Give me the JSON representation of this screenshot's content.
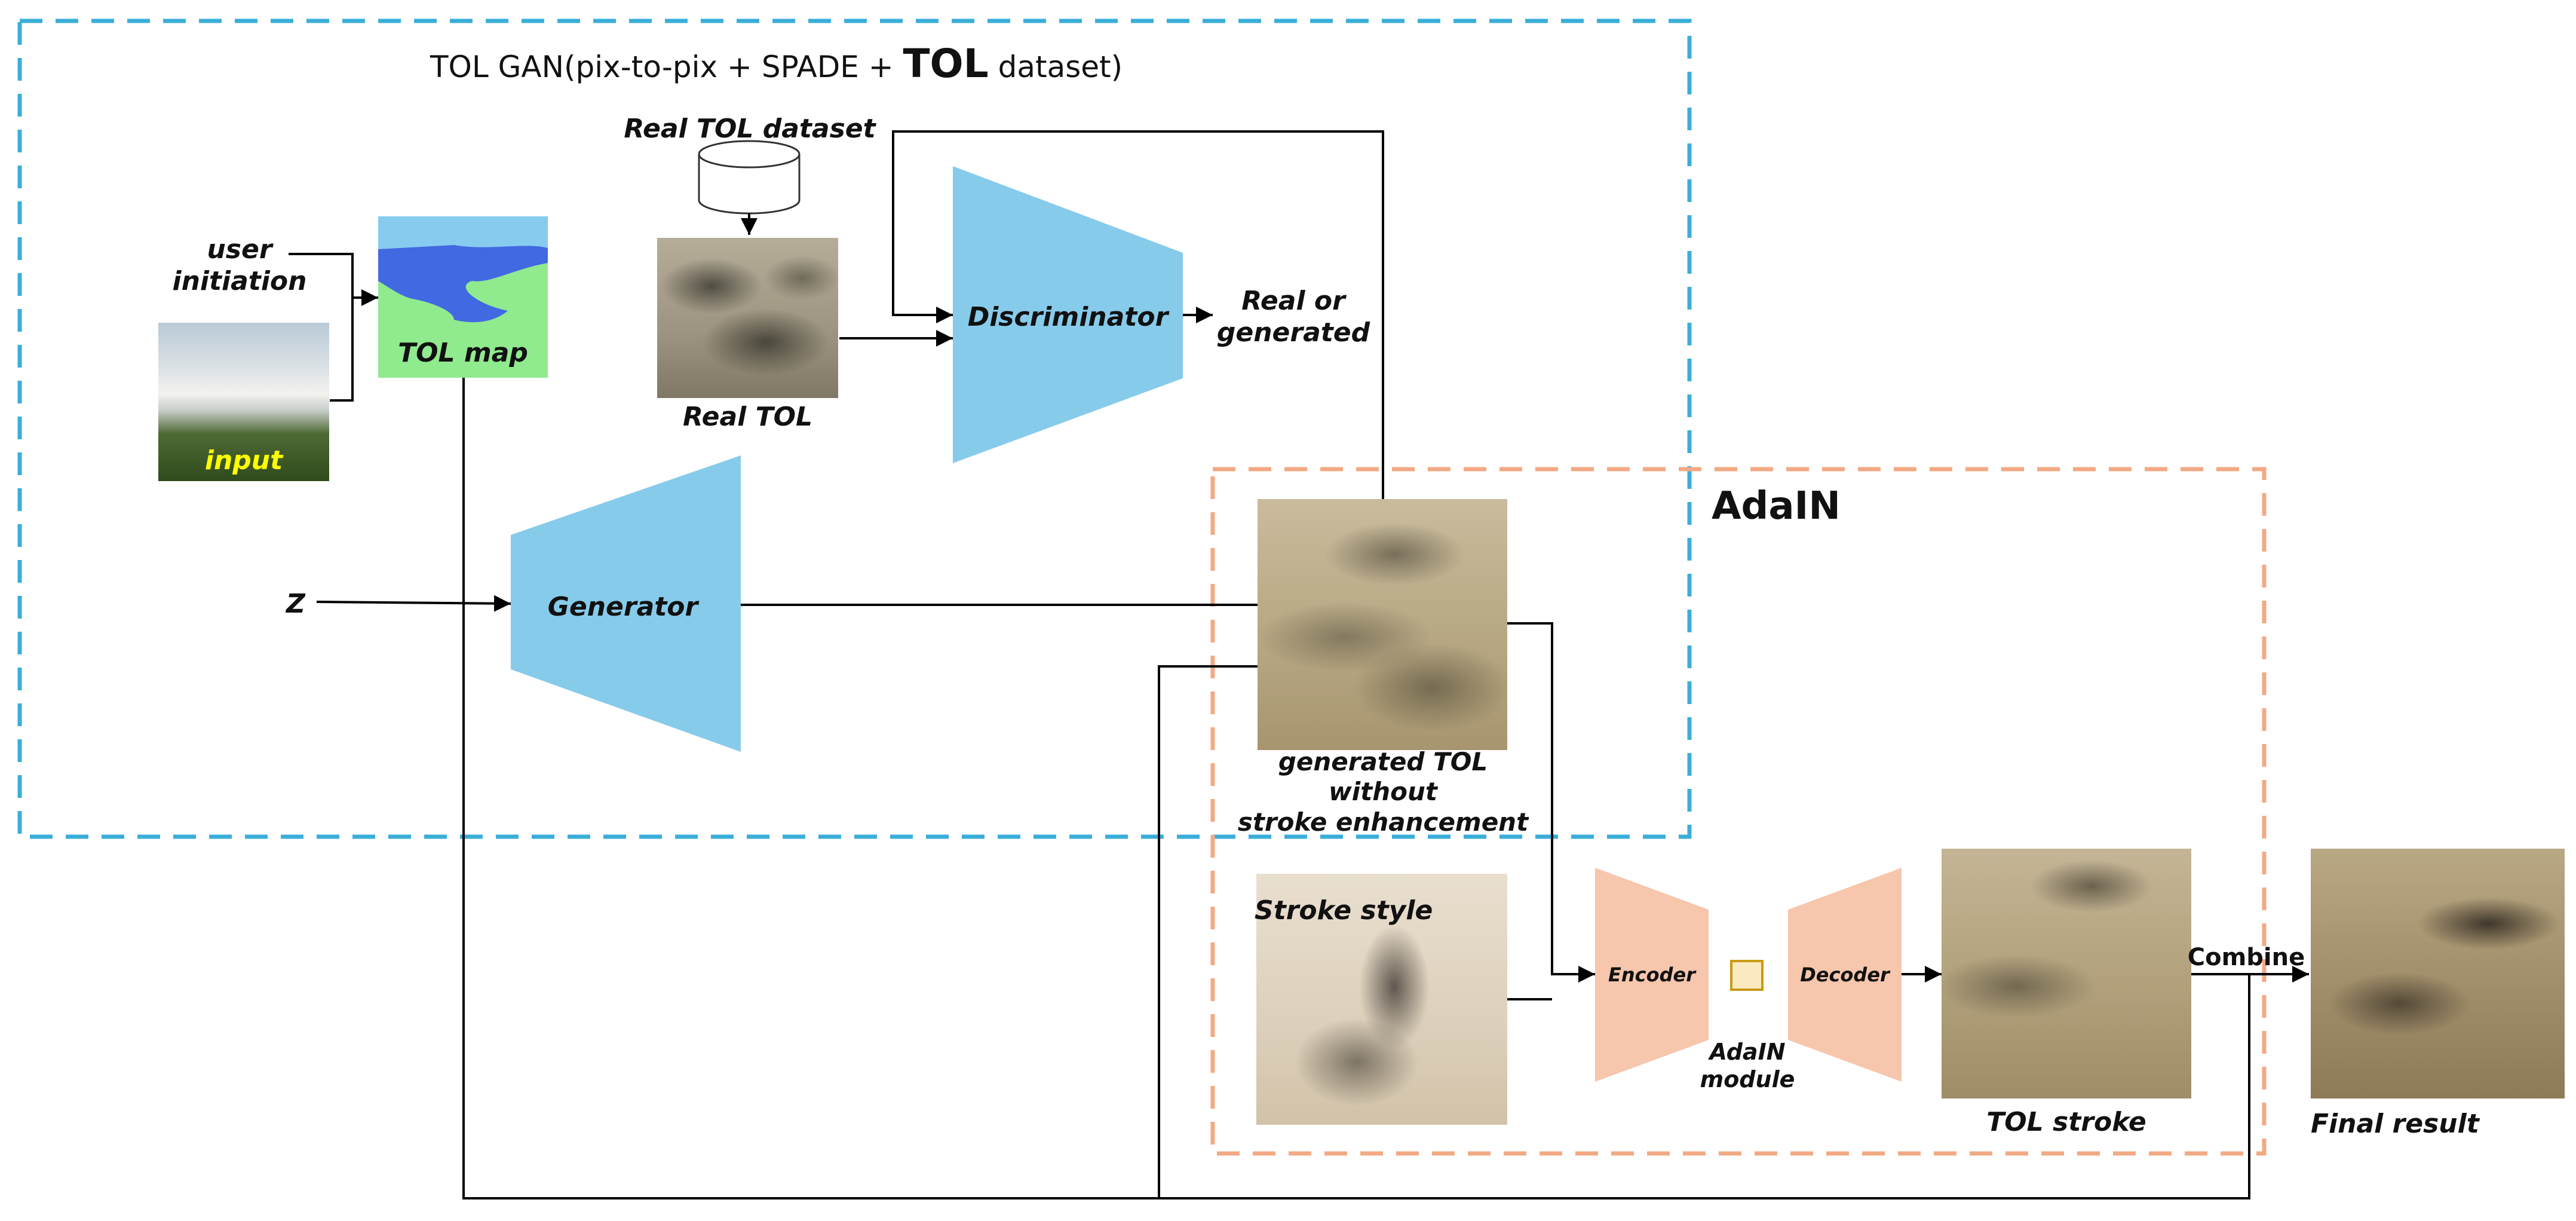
{
  "colors": {
    "gan_box": "#3aaed8",
    "adain_box": "#f2aa84",
    "trapezoid_blue": "#87cbeb",
    "trapezoid_orange": "#f6c6ad",
    "adain_module_fill": "#fbeac0",
    "adain_module_border": "#c99a12",
    "input_label": "#ffff00"
  },
  "gan_box": {
    "title_prefix": "TOL GAN(pix-to-pix + SPADE + ",
    "title_emph": "TOL",
    "title_suffix": " dataset)"
  },
  "adain_box": {
    "title": "AdaIN"
  },
  "labels": {
    "user_initiation": "user\ninitiation",
    "input": "input",
    "tol_map": "TOL map",
    "real_tol_dataset": "Real TOL dataset",
    "real_tol": "Real TOL",
    "discriminator": "Discriminator",
    "real_or_generated": "Real or\ngenerated",
    "z": "Z",
    "generator": "Generator",
    "generated_tol": "generated TOL\nwithout\nstroke enhancement",
    "stroke_style": "Stroke style",
    "encoder": "Encoder",
    "decoder": "Decoder",
    "adain_module": "AdaIN\nmodule",
    "tol_stroke": "TOL stroke",
    "combine": "Combine",
    "final_result": "Final result"
  }
}
